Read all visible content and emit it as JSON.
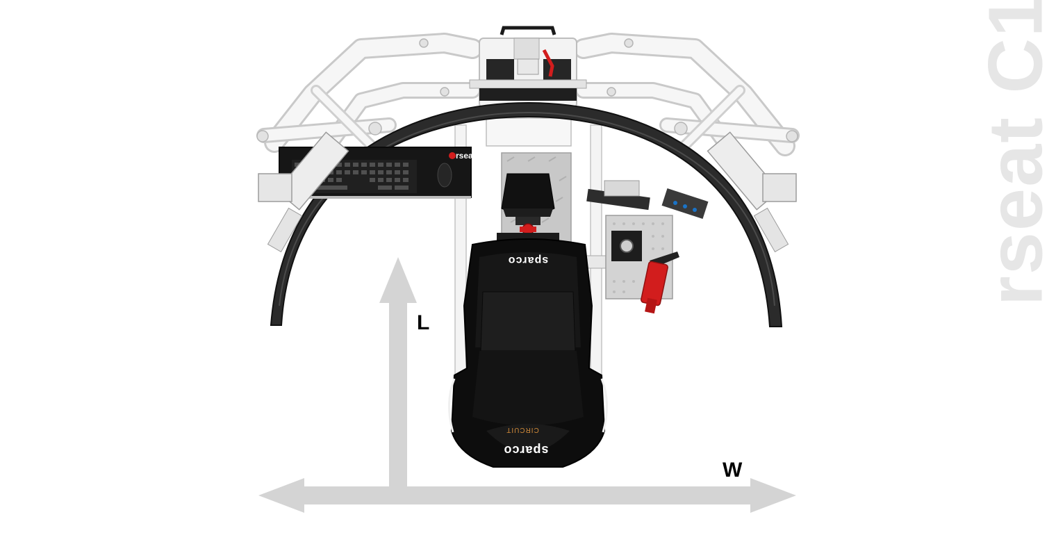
{
  "brand_watermark": "rseat C1",
  "keyboard_logo": "rseat",
  "seat_brand": "sparco",
  "seat_model": "CIRCUIT",
  "axis_labels": {
    "length": "L",
    "width": "W"
  },
  "colors": {
    "frame": "#f3f3f3",
    "frame_shade": "#d9d9d9",
    "monitor": "#2a2a2a",
    "seat": "#0d0d0d",
    "accent_red": "#d21d1d",
    "arrow": "#d4d4d4",
    "watermark": "#e6e6e6"
  }
}
